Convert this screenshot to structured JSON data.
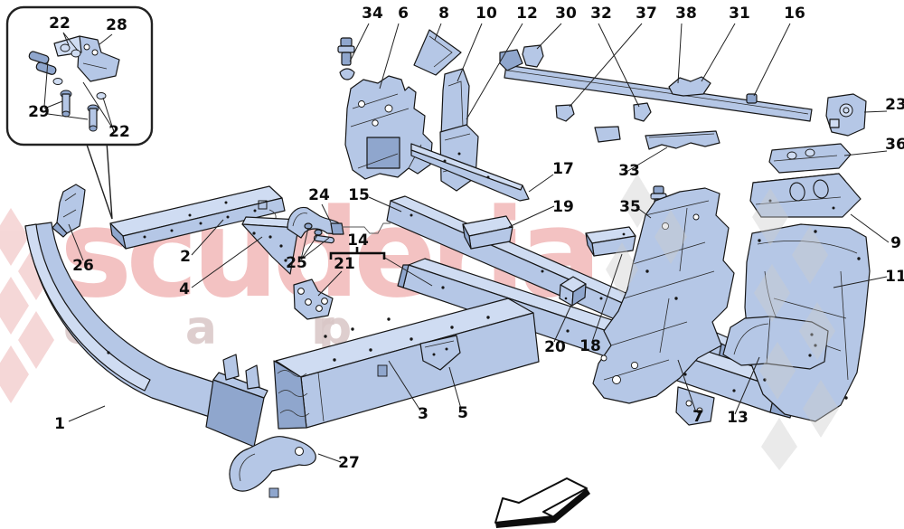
{
  "diagram": {
    "kind": "exploded-parts-diagram",
    "subject": "chassis front structure and frames",
    "palette": {
      "background": "#ffffff",
      "part_fill": "#b5c7e6",
      "part_fill_dark": "#8fa6cd",
      "part_fill_light": "#cfdcf2",
      "outline": "#161616",
      "leader_line": "#222222"
    }
  },
  "watermark": {
    "brand": "scuderia",
    "sub_left": "c a r",
    "sub_right": "p a r t s",
    "brand_color": "#f2bcbc",
    "sub_color": "#d9c6c6",
    "checker_gray": "#cccccc",
    "checker_pink": "#eeb8b8"
  },
  "callouts": {
    "c1": {
      "text": "1"
    },
    "c2": {
      "text": "2"
    },
    "c3": {
      "text": "3"
    },
    "c4": {
      "text": "4"
    },
    "c5": {
      "text": "5"
    },
    "c6": {
      "text": "6"
    },
    "c7": {
      "text": "7"
    },
    "c8": {
      "text": "8"
    },
    "c9": {
      "text": "9"
    },
    "c10": {
      "text": "10"
    },
    "c11": {
      "text": "11"
    },
    "c12": {
      "text": "12"
    },
    "c13": {
      "text": "13"
    },
    "c14": {
      "text": "14"
    },
    "c15": {
      "text": "15"
    },
    "c16": {
      "text": "16"
    },
    "c17": {
      "text": "17"
    },
    "c18": {
      "text": "18"
    },
    "c19": {
      "text": "19"
    },
    "c20": {
      "text": "20"
    },
    "c21": {
      "text": "21"
    },
    "c22a": {
      "text": "22"
    },
    "c22b": {
      "text": "22"
    },
    "c23": {
      "text": "23"
    },
    "c24": {
      "text": "24"
    },
    "c25": {
      "text": "25"
    },
    "c26": {
      "text": "26"
    },
    "c27": {
      "text": "27"
    },
    "c28": {
      "text": "28"
    },
    "c29": {
      "text": "29"
    },
    "c30": {
      "text": "30"
    },
    "c31": {
      "text": "31"
    },
    "c32": {
      "text": "32"
    },
    "c33": {
      "text": "33"
    },
    "c34": {
      "text": "34"
    },
    "c35": {
      "text": "35"
    },
    "c36": {
      "text": "36"
    },
    "c37": {
      "text": "37"
    },
    "c38": {
      "text": "38"
    }
  }
}
